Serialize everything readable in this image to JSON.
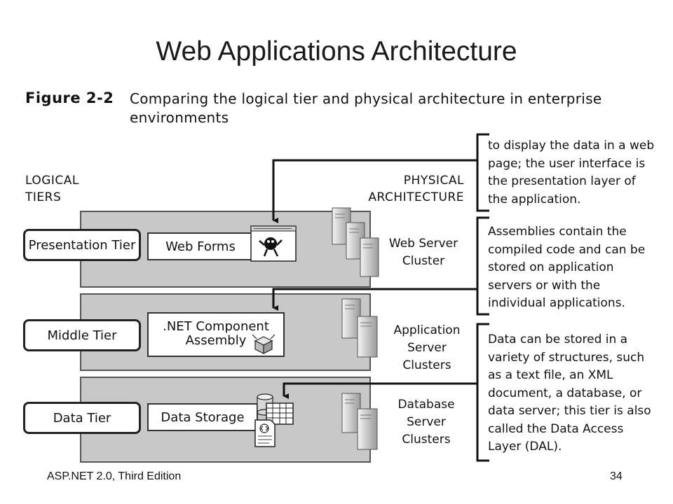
{
  "slide": {
    "title": "Web Applications Architecture",
    "footer_left": "ASP.NET 2.0, Third Edition",
    "page_number": "34"
  },
  "figure": {
    "label": "Figure 2-2",
    "caption_line1": "Comparing the logical tier and physical architecture in enterprise",
    "caption_line2": "environments"
  },
  "headers": {
    "logical_line1": "LOGICAL",
    "logical_line2": "TIERS",
    "physical_line1": "PHYSICAL",
    "physical_line2": "ARCHITECTURE"
  },
  "tiers": [
    {
      "name": "Presentation Tier",
      "component": "Web Forms",
      "cluster_lines": [
        "Web Server",
        "Cluster"
      ]
    },
    {
      "name": "Middle Tier",
      "component_lines": [
        ".NET Component",
        "Assembly"
      ],
      "cluster_lines": [
        "Application",
        "Server",
        "Clusters"
      ]
    },
    {
      "name": "Data Tier",
      "component": "Data Storage",
      "cluster_lines": [
        "Database",
        "Server",
        "Clusters"
      ]
    }
  ],
  "descriptions": [
    {
      "lines": [
        "to display the data in a web",
        "page; the user interface is",
        "the presentation layer of",
        "the application."
      ]
    },
    {
      "lines": [
        "Assemblies contain the",
        "compiled code and can be",
        "stored on application",
        "servers or with the",
        "individual applications."
      ]
    },
    {
      "lines": [
        "Data can be stored in a",
        "variety of structures, such",
        "as a text file, an XML",
        "document, a database, or",
        "data server; this tier is also",
        "called the Data Access",
        "Layer (DAL)."
      ]
    }
  ],
  "icons": {
    "web_page": "web-page-icon",
    "component": "component-box-icon",
    "database": "database-table-icon",
    "xml_doc": "xml-document-icon",
    "server": "server-tower-icon"
  }
}
